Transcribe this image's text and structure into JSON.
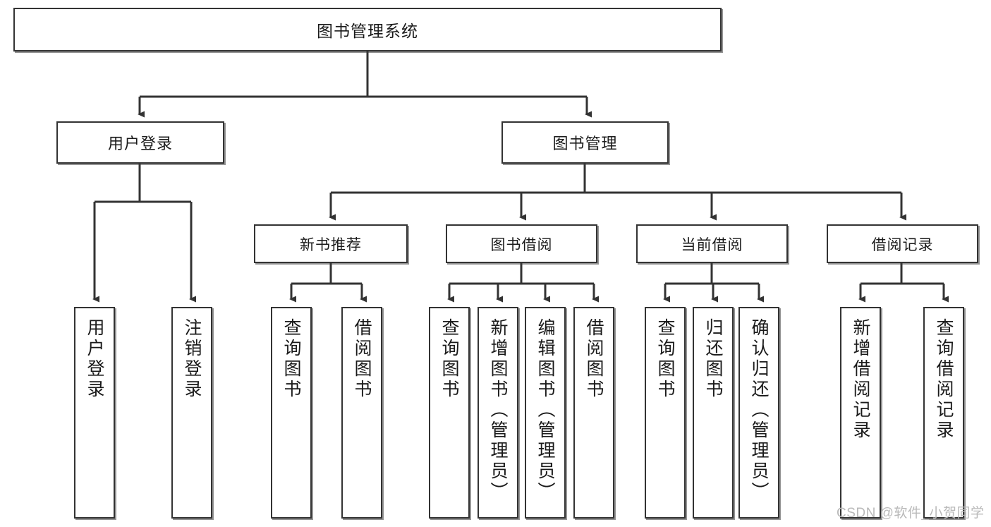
{
  "diagram": {
    "type": "tree",
    "title": "图书管理系统",
    "watermark": "CSDN @软件_小贺同学",
    "root": {
      "label": "图书管理系统"
    },
    "level1": [
      {
        "label": "用户登录"
      },
      {
        "label": "图书管理"
      }
    ],
    "level2": [
      {
        "label": "新书推荐"
      },
      {
        "label": "图书借阅"
      },
      {
        "label": "当前借阅"
      },
      {
        "label": "借阅记录"
      }
    ],
    "leaves": {
      "user_login": [
        {
          "label": "用户登录"
        },
        {
          "label": "注销登录"
        }
      ],
      "new_book_recommend": [
        {
          "label": "查询图书"
        },
        {
          "label": "借阅图书"
        }
      ],
      "book_borrow": [
        {
          "label": "查询图书"
        },
        {
          "label": "新增图书（管理员）"
        },
        {
          "label": "编辑图书（管理员）"
        },
        {
          "label": "借阅图书"
        }
      ],
      "current_borrow": [
        {
          "label": "查询图书"
        },
        {
          "label": "归还图书"
        },
        {
          "label": "确认归还（管理员）"
        }
      ],
      "borrow_record": [
        {
          "label": "新增借阅记录"
        },
        {
          "label": "查询借阅记录"
        }
      ]
    },
    "colors": {
      "border": "#333333",
      "background": "#ffffff",
      "text": "#1a1a1a",
      "connector": "#333333",
      "watermark": "#b9b9b9"
    }
  }
}
